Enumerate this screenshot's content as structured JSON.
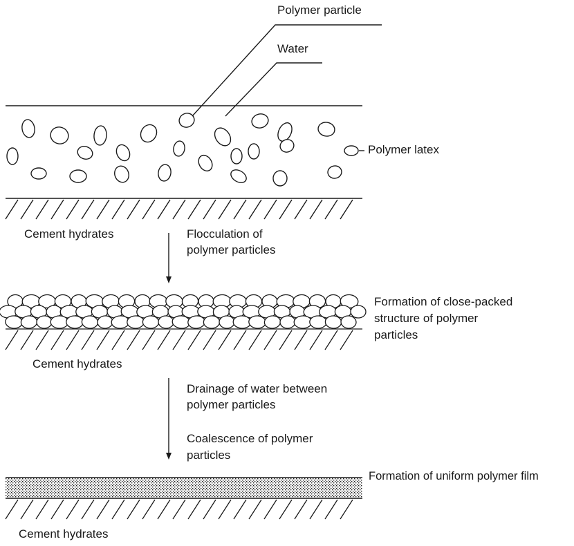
{
  "stage1": {
    "label_polymer_particle": "Polymer particle",
    "label_water": "Water",
    "label_latex": "Polymer latex",
    "label_substrate": "Cement hydrates",
    "label_process": [
      "Flocculation of",
      "polymer particles"
    ]
  },
  "stage2": {
    "label_structure": [
      "Formation of close-packed",
      "structure of polymer",
      "particles"
    ],
    "label_substrate": "Cement hydrates",
    "label_drainage": [
      "Drainage of water between",
      "polymer particles"
    ],
    "label_coalescence": [
      "Coalescence of polymer",
      "particles"
    ]
  },
  "stage3": {
    "label_film": "Formation of uniform polymer film",
    "label_substrate": "Cement hydrates"
  },
  "colors": {
    "ink": "#1a1a1a",
    "paper": "#ffffff"
  }
}
